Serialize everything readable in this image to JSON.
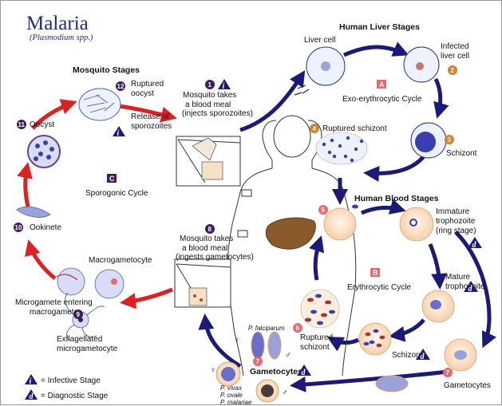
{
  "header": {
    "title": "Malaria",
    "subtitle": "(Plasmodium spp.)"
  },
  "sections": {
    "mosquito": "Mosquito Stages",
    "liver": "Human Liver Stages",
    "blood": "Human Blood Stages"
  },
  "cycles": {
    "A": {
      "letter": "A",
      "name": "Exo-erythrocytic Cycle"
    },
    "B": {
      "letter": "B",
      "name": "Erythrocytic Cycle"
    },
    "C": {
      "letter": "C",
      "name": "Sporogonic Cycle"
    }
  },
  "steps": {
    "s1": {
      "num": "1",
      "lines": [
        "Mosquito takes",
        "a blood meal",
        "(injects sporozoites)"
      ]
    },
    "s2": {
      "num": "2"
    },
    "s3": {
      "num": "3",
      "label": "Schizont"
    },
    "s4": {
      "num": "4",
      "label": "Ruptured schizont"
    },
    "s5": {
      "num": "5"
    },
    "s6": {
      "num": "6",
      "lines": [
        "Ruptured",
        "schizont"
      ]
    },
    "s7": {
      "num": "7",
      "label": "Gametocytes"
    },
    "s7b": {
      "num": "7",
      "label": "Gametocytes"
    },
    "s8": {
      "num": "8",
      "lines": [
        "Mosquito takes",
        "a blood meal",
        "(ingests gametocytes)"
      ]
    },
    "s9": {
      "num": "9"
    },
    "s10": {
      "num": "10",
      "label": "Ookinete"
    },
    "s11": {
      "num": "11",
      "label": "Oocyst"
    },
    "s12": {
      "num": "12",
      "lines": [
        "Ruptured",
        "oocyst"
      ]
    }
  },
  "labels": {
    "liver_cell": "Liver cell",
    "infected_liver_cell": [
      "Infected",
      "liver cell"
    ],
    "immature_trophozoite": [
      "Immature",
      "trophozoite",
      "(ring stage)"
    ],
    "mature_trophozoite": [
      "Mature",
      "trophozoite"
    ],
    "schizont_blood": "Schizont",
    "release_sporozoites": [
      "Release of",
      "sporozoites"
    ],
    "macrogametocyte": "Macrogametocyte",
    "microgamete_entering": [
      "Microgamete entering",
      "macrogamete"
    ],
    "exflagellated": [
      "Exflagellated",
      "microgametocyte"
    ],
    "p_falciparum": "P. falciparum",
    "p_others": [
      "P. vivax",
      "P. ovale",
      "P. malariae"
    ]
  },
  "legend": {
    "infective_symbol": "i",
    "infective": "= Infective Stage",
    "diagnostic_symbol": "d",
    "diagnostic": "= Diagnostic Stage"
  },
  "colors": {
    "navy": "#1b1a78",
    "red": "#e02020",
    "num_purple": "#3a1f5c",
    "num_orange": "#d98030",
    "num_salmon": "#e86a6a",
    "cell_fill": "#fbe4cf",
    "liver": "#8b5a2b"
  }
}
